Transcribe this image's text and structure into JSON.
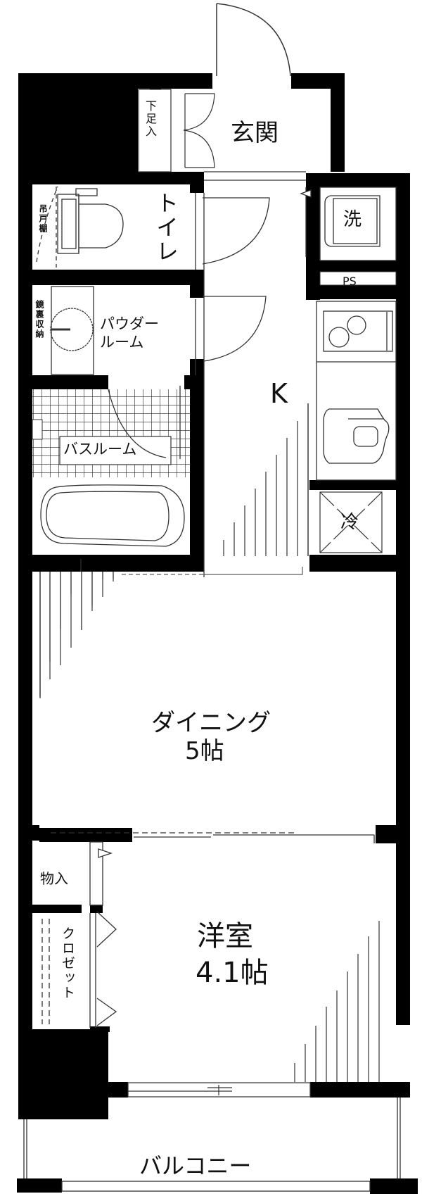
{
  "floorplan": {
    "rooms": {
      "entrance": {
        "label": "玄関"
      },
      "shoe_storage": {
        "label": "下足入"
      },
      "toilet": {
        "label": "トイレ"
      },
      "hanging_cupboard": {
        "label": "吊戸棚"
      },
      "powder_room": {
        "line1": "パウダー",
        "line2": "ルーム"
      },
      "mirror_storage": {
        "label": "鏡裏収納"
      },
      "bathroom": {
        "label": "バスルーム"
      },
      "washer": {
        "label": "洗"
      },
      "pipe_space": {
        "label": "PS"
      },
      "kitchen": {
        "label": "K"
      },
      "fridge": {
        "label": "冷"
      },
      "dining": {
        "name": "ダイニング",
        "size": "5帖"
      },
      "storage": {
        "label": "物入"
      },
      "closet": {
        "label": "クロゼット"
      },
      "western_room": {
        "name": "洋室",
        "size": "4.1帖"
      },
      "balcony": {
        "label": "バルコニー"
      }
    },
    "colors": {
      "wall": "#000000",
      "background": "#ffffff",
      "line": "#333333"
    }
  }
}
